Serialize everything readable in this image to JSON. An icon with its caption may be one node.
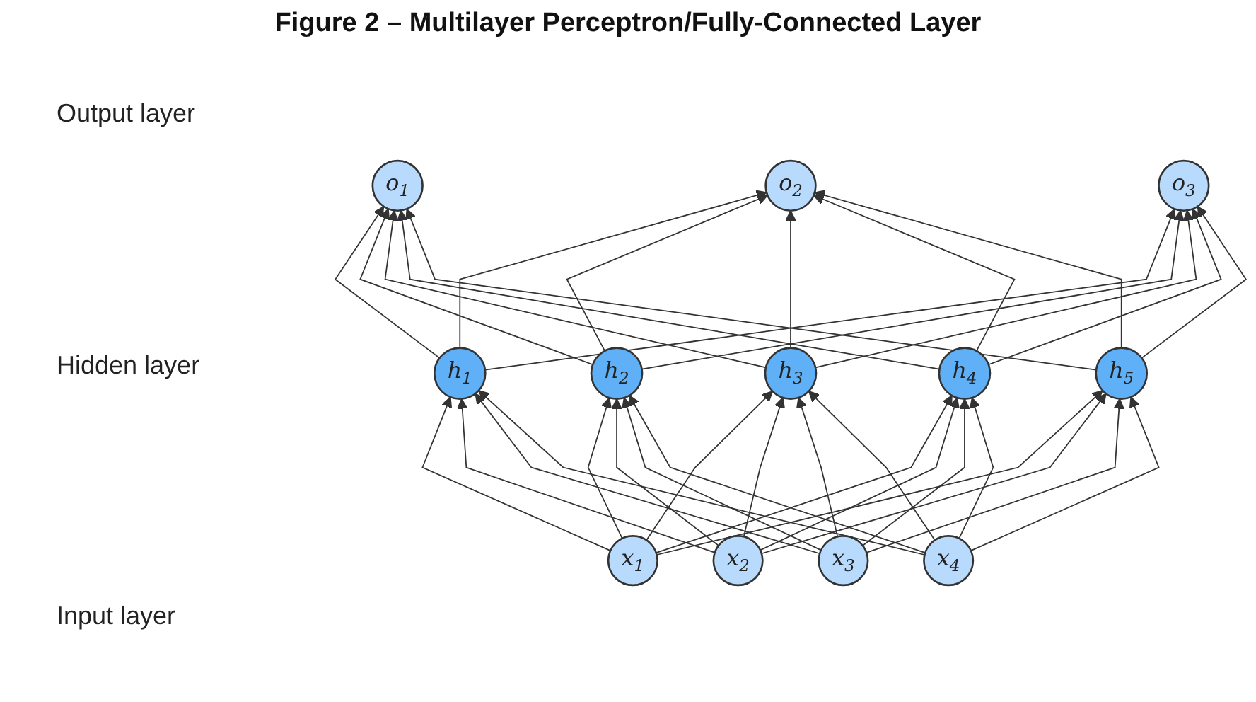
{
  "diagram": {
    "title": "Figure 2 – Multilayer Perceptron/Fully-Connected Layer",
    "nodes": [
      {
        "text": [
          "o$_{1}$"
        ]
      },
      {
        "text": [
          "o$_{2}$"
        ]
      },
      {
        "text": [
          "o$_{3}$"
        ]
      },
      {
        "text": [
          "h$_{1}$"
        ]
      },
      {
        "text": [
          "h$_{2}$"
        ]
      },
      {
        "text": [
          "h$_{3}$"
        ]
      },
      {
        "text": [
          "h$_{4}$"
        ]
      },
      {
        "text": [
          "h$_{5}$"
        ]
      },
      {
        "text": [
          "x$_{1}$"
        ]
      },
      {
        "text": [
          "x$_{2}$"
        ]
      },
      {
        "text": [
          "x$_{3}$"
        ]
      },
      {
        "text": [
          "x$_{4}$"
        ]
      }
    ],
    "edges": [
      {
        "from": 8,
        "to": 3,
        "arrow": "to"
      },
      {
        "from": 8,
        "to": 4,
        "arrow": "to"
      },
      {
        "from": 8,
        "to": 5,
        "arrow": "to"
      },
      {
        "from": 8,
        "to": 6,
        "arrow": "to"
      },
      {
        "from": 8,
        "to": 7,
        "arrow": "to"
      },
      {
        "from": 9,
        "to": 3,
        "arrow": "to"
      },
      {
        "from": 9,
        "to": 4,
        "arrow": "to"
      },
      {
        "from": 9,
        "to": 5,
        "arrow": "to"
      },
      {
        "from": 9,
        "to": 6,
        "arrow": "to"
      },
      {
        "from": 9,
        "to": 7,
        "arrow": "to"
      },
      {
        "from": 10,
        "to": 3,
        "arrow": "to"
      },
      {
        "from": 10,
        "to": 4,
        "arrow": "to"
      },
      {
        "from": 10,
        "to": 5,
        "arrow": "to"
      },
      {
        "from": 10,
        "to": 6,
        "arrow": "to"
      },
      {
        "from": 10,
        "to": 7,
        "arrow": "to"
      },
      {
        "from": 11,
        "to": 3,
        "arrow": "to"
      },
      {
        "from": 11,
        "to": 4,
        "arrow": "to"
      },
      {
        "from": 11,
        "to": 5,
        "arrow": "to"
      },
      {
        "from": 11,
        "to": 6,
        "arrow": "to"
      },
      {
        "from": 11,
        "to": 7,
        "arrow": "to"
      },
      {
        "from": 3,
        "to": 0,
        "arrow": "to"
      },
      {
        "from": 3,
        "to": 1,
        "arrow": "to"
      },
      {
        "from": 3,
        "to": 2,
        "arrow": "to"
      },
      {
        "from": 4,
        "to": 0,
        "arrow": "to"
      },
      {
        "from": 4,
        "to": 1,
        "arrow": "to"
      },
      {
        "from": 4,
        "to": 2,
        "arrow": "to"
      },
      {
        "from": 5,
        "to": 0,
        "arrow": "to"
      },
      {
        "from": 5,
        "to": 1,
        "arrow": "to"
      },
      {
        "from": 5,
        "to": 2,
        "arrow": "to"
      },
      {
        "from": 6,
        "to": 0,
        "arrow": "to"
      },
      {
        "from": 6,
        "to": 1,
        "arrow": "to"
      },
      {
        "from": 6,
        "to": 2,
        "arrow": "to"
      },
      {
        "from": 7,
        "to": 0,
        "arrow": "to"
      },
      {
        "from": 7,
        "to": 1,
        "arrow": "to"
      },
      {
        "from": 7,
        "to": 2,
        "arrow": "to"
      }
    ],
    "labels": [
      "Output layer",
      "Hidden layer",
      "Input layer"
    ]
  }
}
